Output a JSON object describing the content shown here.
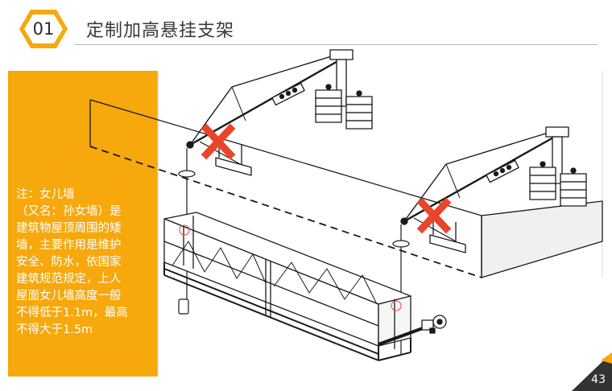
{
  "header": {
    "section_number": "01",
    "title": "定制加高悬挂支架"
  },
  "note": {
    "lines": [
      "注：女儿墙",
      "（又名：孙女墙）是",
      "建筑物屋顶周围的矮",
      "墙，主要作用是维护",
      "安全、防水，依国家",
      "建筑规范规定，上人",
      "屋面女儿墙高度一般",
      "不得低于1.1m，最高",
      "不得大于1.5m"
    ]
  },
  "footer": {
    "page_number": "43"
  },
  "colors": {
    "accent_orange": "#f6a80c",
    "cross_red": "#e8452a",
    "line_dark": "#1a1a1a",
    "wall_light": "#f0f0f0"
  },
  "icons": {
    "section_badge": "hexagon-badge-icon",
    "no_mark": "red-x-icon"
  }
}
